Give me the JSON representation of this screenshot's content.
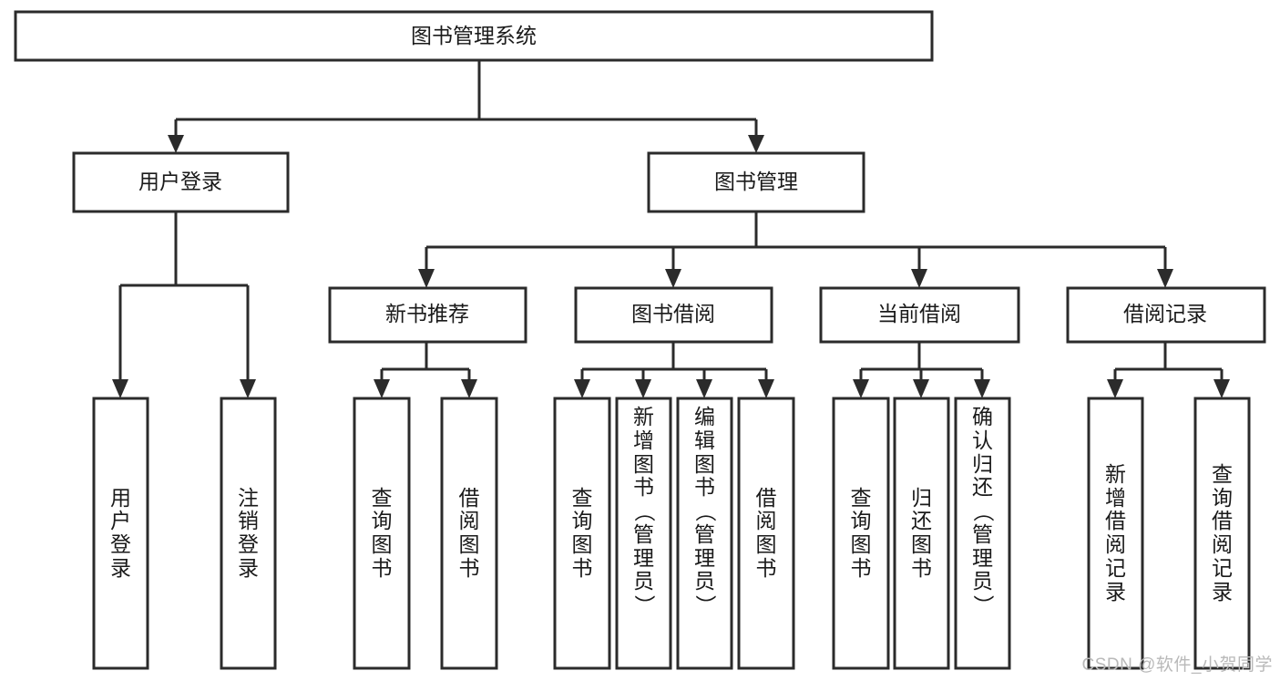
{
  "diagram": {
    "type": "tree",
    "title": "图书管理系统",
    "watermark": "CSDN @软件_小贺同学",
    "colors": {
      "stroke": "#2b2b2b",
      "fill": "#ffffff",
      "text": "#1a1a1a",
      "watermark": "#b9b9b9",
      "background": "#ffffff"
    },
    "nodes": {
      "root": {
        "label": "图书管理系统",
        "orientation": "horizontal"
      },
      "level2": [
        {
          "id": "user-login",
          "label": "用户登录",
          "orientation": "horizontal"
        },
        {
          "id": "book-manage",
          "label": "图书管理",
          "orientation": "horizontal"
        }
      ],
      "level3": [
        {
          "id": "new-book-recommend",
          "label": "新书推荐",
          "orientation": "horizontal"
        },
        {
          "id": "book-borrow",
          "label": "图书借阅",
          "orientation": "horizontal"
        },
        {
          "id": "current-borrow",
          "label": "当前借阅",
          "orientation": "horizontal"
        },
        {
          "id": "borrow-record",
          "label": "借阅记录",
          "orientation": "horizontal"
        }
      ],
      "leaves": [
        {
          "id": "leaf-user-login",
          "label": "用户登录",
          "parent": "user-login",
          "orientation": "vertical"
        },
        {
          "id": "leaf-user-logout",
          "label": "注销登录",
          "parent": "user-login",
          "orientation": "vertical"
        },
        {
          "id": "leaf-query-book-1",
          "label": "查询图书",
          "parent": "new-book-recommend",
          "orientation": "vertical"
        },
        {
          "id": "leaf-borrow-book-1",
          "label": "借阅图书",
          "parent": "new-book-recommend",
          "orientation": "vertical"
        },
        {
          "id": "leaf-query-book-2",
          "label": "查询图书",
          "parent": "book-borrow",
          "orientation": "vertical"
        },
        {
          "id": "leaf-add-book",
          "label": "新增图书（管理员）",
          "parent": "book-borrow",
          "orientation": "vertical"
        },
        {
          "id": "leaf-edit-book",
          "label": "编辑图书（管理员）",
          "parent": "book-borrow",
          "orientation": "vertical"
        },
        {
          "id": "leaf-borrow-book-2",
          "label": "借阅图书",
          "parent": "book-borrow",
          "orientation": "vertical"
        },
        {
          "id": "leaf-query-book-3",
          "label": "查询图书",
          "parent": "current-borrow",
          "orientation": "vertical"
        },
        {
          "id": "leaf-return-book",
          "label": "归还图书",
          "parent": "current-borrow",
          "orientation": "vertical"
        },
        {
          "id": "leaf-confirm-return",
          "label": "确认归还（管理员）",
          "parent": "current-borrow",
          "orientation": "vertical"
        },
        {
          "id": "leaf-add-record",
          "label": "新增借阅记录",
          "parent": "borrow-record",
          "orientation": "vertical"
        },
        {
          "id": "leaf-query-record",
          "label": "查询借阅记录",
          "parent": "borrow-record",
          "orientation": "vertical"
        }
      ]
    }
  }
}
